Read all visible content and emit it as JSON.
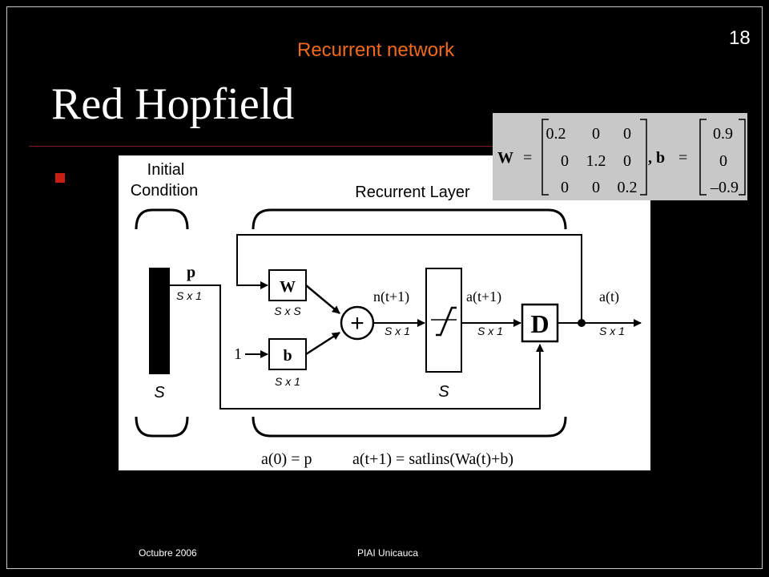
{
  "slide": {
    "subtitle": "Recurrent network",
    "page_number": "18",
    "title": "Red Hopfield",
    "footer_left": "Octubre 2006",
    "footer_center": "PIAI Unicauca"
  },
  "diagram": {
    "initial_condition_line1": "Initial",
    "initial_condition_line2": "Condition",
    "recurrent_layer": "Recurrent Layer",
    "input_label": "p",
    "input_dim": "S x 1",
    "input_block_label": "S",
    "weight_block": "W",
    "weight_dim": "S x S",
    "bias_block": "b",
    "bias_input": "1",
    "bias_dim": "S x 1",
    "sum_symbol": "+",
    "net_input": "n(t+1)",
    "net_dim": "S x 1",
    "transfer_dim_label": "S",
    "output_next": "a(t+1)",
    "output_next_dim": "S x 1",
    "delay_block": "D",
    "output": "a(t)",
    "output_dim": "S x 1",
    "eq_initial": "a(0) = p",
    "eq_recurrence": "a(t+1) = satlins(Wa(t)+b)"
  },
  "matrix": {
    "w_label": "W",
    "equals": "=",
    "w_rows": [
      [
        "0.2",
        "0",
        "0"
      ],
      [
        "0",
        "1.2",
        "0"
      ],
      [
        "0",
        "0",
        "0.2"
      ]
    ],
    "separator": ", b",
    "b_equals": "=",
    "b_rows": [
      "0.9",
      "0",
      "–0.9"
    ]
  }
}
